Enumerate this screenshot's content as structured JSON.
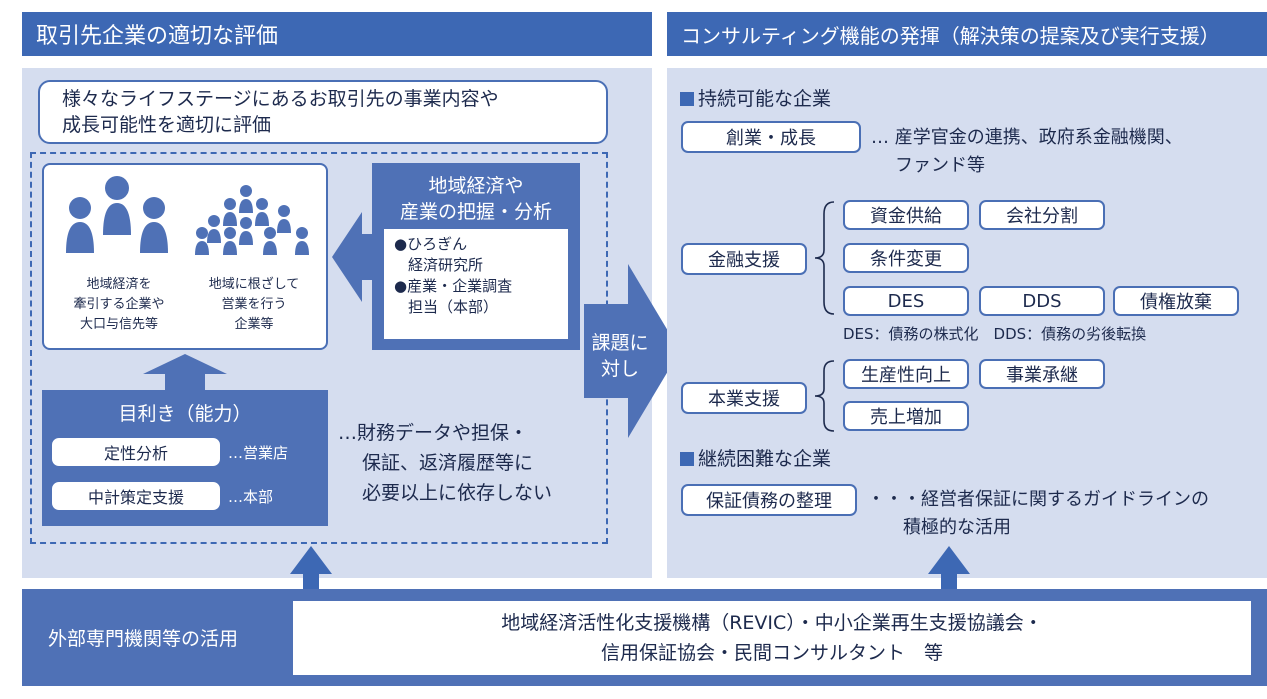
{
  "left_header": "取引先企業の適切な評価",
  "right_header": "コンサルティング機能の発揮（解決策の提案及び実行支援）",
  "evaluation_box": {
    "line1": "様々なライフステージにあるお取引先の事業内容や",
    "line2": "成長可能性を適切に評価"
  },
  "group_a": {
    "line1": "地域経済を",
    "line2": "牽引する企業や",
    "line3": "大口与信先等"
  },
  "group_b": {
    "line1": "地域に根ざして",
    "line2": "営業を行う",
    "line3": "企業等"
  },
  "analysis": {
    "title1": "地域経済や",
    "title2": "産業の把握・分析",
    "item1a": "●ひろぎん",
    "item1b": "経済研究所",
    "item2a": "●産業・企業調査",
    "item2b": "担当（本部）"
  },
  "mekiki": {
    "title": "目利き（能力）",
    "pill1": "定性分析",
    "pill1_note": "…営業店",
    "pill2": "中計策定支援",
    "pill2_note": "…本部"
  },
  "reliance_note": {
    "line1": "…財務データや担保・",
    "line2": "保証、返済履歴等に",
    "line3": "必要以上に依存しない"
  },
  "arrow_label": {
    "line1": "課題に",
    "line2": "対し"
  },
  "sustainable": {
    "heading": "持続可能な企業",
    "startup": "創業・成長",
    "startup_note1": "… 産学官金の連携、政府系金融機関、",
    "startup_note2": "ファンド等",
    "finance": "金融支援",
    "finance_items": [
      "資金供給",
      "会社分割",
      "条件変更",
      "DES",
      "DDS",
      "債権放棄"
    ],
    "finance_note": "DES：債務の株式化　DDS：債務の劣後転換",
    "business": "本業支援",
    "business_items": [
      "生産性向上",
      "事業承継",
      "売上増加"
    ]
  },
  "difficult": {
    "heading": "継続困難な企業",
    "pill": "保証債務の整理",
    "note1": "・・・経営者保証に関するガイドラインの",
    "note2": "積極的な活用"
  },
  "external": {
    "label": "外部専門機関等の活用",
    "line1": "地域経済活性化支援機構（REVIC）・中小企業再生支援協議会・",
    "line2": "信用保証協会・民間コンサルタント　等"
  },
  "colors": {
    "header": "#3d68b4",
    "panel": "#d5ddef",
    "dark_box": "#4f71b6",
    "text": "#1d2a4d"
  }
}
